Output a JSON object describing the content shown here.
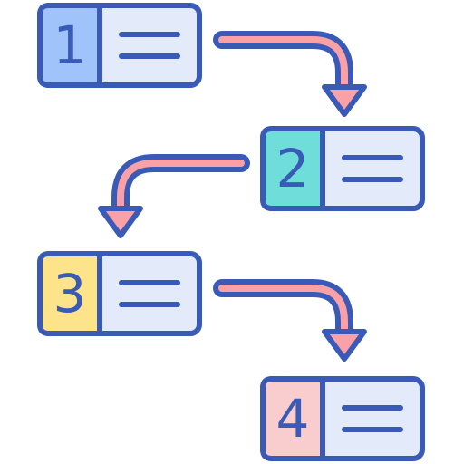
{
  "steps": [
    {
      "number": "1",
      "badge_color": "#a0c3fb"
    },
    {
      "number": "2",
      "badge_color": "#6fdedb"
    },
    {
      "number": "3",
      "badge_color": "#fde48a"
    },
    {
      "number": "4",
      "badge_color": "#f9cdcd"
    }
  ],
  "colors": {
    "outline": "#3a5ab8",
    "panel": "#e3ebfb",
    "arrow_fill": "#f9a1a6",
    "arrow_stroke": "#3a5ab8"
  },
  "icons": {
    "arrow": "curved-arrow-icon",
    "lines": "text-lines-icon"
  }
}
